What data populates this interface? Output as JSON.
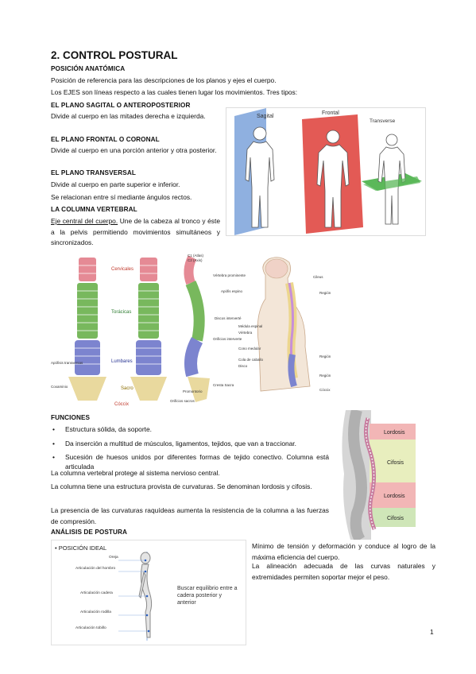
{
  "section_title": "2. CONTROL POSTURAL",
  "posicion": {
    "heading": "POSICIÓN ANATÓMICA",
    "p1": "Posición de referencia para las descripciones de los planos y ejes el cuerpo.",
    "p2": "Los EJES son líneas respecto a las cuales tienen lugar los movimientos. Tres tipos:"
  },
  "planes": [
    {
      "heading": "EL PLANO SAGITAL O ANTEROPOSTERIOR",
      "text": "Divide al cuerpo en las mitades derecha e izquierda."
    },
    {
      "heading": "EL PLANO FRONTAL O CORONAL",
      "text": "Divide al cuerpo en una porción anterior y otra posterior."
    },
    {
      "heading": "EL PLANO TRANSVERSAL",
      "text": "Divide al cuerpo en parte superior e inferior."
    }
  ],
  "planes_note": "Se relacionan entre sí mediante ángulos rectos.",
  "planes_figure": {
    "labels": [
      "Sagital",
      "Frontal",
      "Transverse"
    ],
    "colors": [
      "#8fb0e0",
      "#e35a55",
      "#5bb85a"
    ]
  },
  "columna": {
    "heading": "LA COLUMNA VERTEBRAL",
    "lead": "Eje central del cuerpo.",
    "text": " Une de la cabeza al tronco y éste a la pelvis permitiendo movimientos simultáneos y sincronizados."
  },
  "spine_figure": {
    "region_labels": [
      "Cervicales",
      "Torácicas",
      "Lumbares",
      "Sacro",
      "Cóccix"
    ],
    "bottom_labels": [
      "Coxaminio",
      "Apófisis transversas"
    ],
    "right_labels": [
      "C1 (Atlas)",
      "C2 (Axis)",
      "Vértebra prominente",
      "Apófis espino",
      "Discos interverté",
      "Orificios interverte",
      "Cresta Sacra",
      "Promontorio",
      "Orificios sacros"
    ],
    "side_labels": [
      "Cileus",
      "Región",
      "Médula espinal",
      "Vértebra",
      "Cono medular",
      "Cola de caballo",
      "Disco",
      "Región",
      "Región",
      "Cóccix"
    ],
    "colors": {
      "cervical": "#e58a95",
      "thoracic": "#78b85d",
      "lumbar": "#7c84cf",
      "sacrum": "#e9d99e"
    }
  },
  "funciones": {
    "heading": "FUNCIONES",
    "items": [
      "Estructura sólida, da soporte.",
      "Da inserción a multitud de músculos, ligamentos, tejidos, que van a traccionar.",
      "Sucesión de huesos unidos por diferentes formas de tejido conectivo. Columna está articulada"
    ],
    "p1": "La columna vertebral protege al sistema nervioso central.",
    "p2": "La columna tiene una estructura provista de curvaturas. Se denominan lordosis y cifosis.",
    "p3": "La presencia de las curvaturas raquídeas aumenta la resistencia de la columna a las fuerzas de compresión."
  },
  "curves_figure": {
    "labels": [
      "Lordosis",
      "Cifosis",
      "Lordosis",
      "Cifosis"
    ],
    "colors": [
      "#f2b6b6",
      "#e8eebe",
      "#f2b6b6",
      "#cfe6b8"
    ]
  },
  "analisis": {
    "heading": "ANÁLISIS DE POSTURA",
    "text1": "Mínimo de tensión y deformación y conduce al logro de la máxima eficiencia del cuerpo.",
    "text2": "La alineación adecuada de las curvas naturales y extremidades permiten soportar mejor el peso."
  },
  "posture_figure": {
    "title": "• POSICIÓN IDEAL",
    "labels": [
      "Oreja",
      "Articulación del hombro",
      "Articulación cadera",
      "Articulación rodilla",
      "Articulación tobillo"
    ],
    "caption": "Buscar equilibrio entre a cadera posterior y anterior"
  },
  "page_number": "1"
}
